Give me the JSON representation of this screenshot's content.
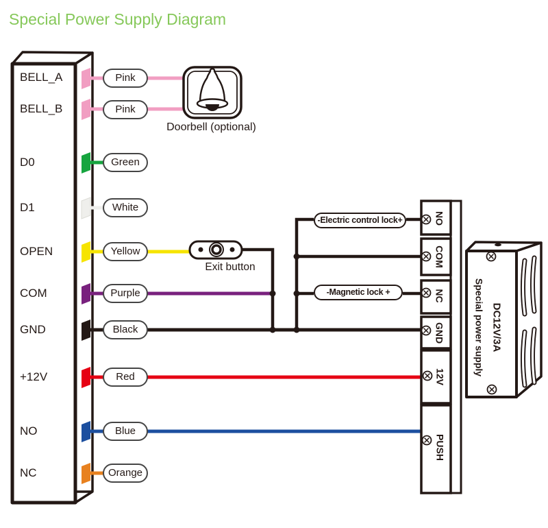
{
  "title": {
    "text": "Special Power Supply Diagram",
    "color": "#86C85A"
  },
  "device": {
    "terminals": [
      {
        "label": "BELL_A",
        "wire": "Pink",
        "color": "#F19EC2"
      },
      {
        "label": "BELL_B",
        "wire": "Pink",
        "color": "#F19EC2"
      },
      {
        "label": "D0",
        "wire": "Green",
        "color": "#16A53F"
      },
      {
        "label": "D1",
        "wire": "White",
        "color": "#EFEFEC"
      },
      {
        "label": "OPEN",
        "wire": "Yellow",
        "color": "#F6E400"
      },
      {
        "label": "COM",
        "wire": "Purple",
        "color": "#79217E"
      },
      {
        "label": "GND",
        "wire": "Black",
        "color": "#231815"
      },
      {
        "label": "+12V",
        "wire": "Red",
        "color": "#E60013"
      },
      {
        "label": "NO",
        "wire": "Blue",
        "color": "#1C4F9F"
      },
      {
        "label": "NC",
        "wire": "Orange",
        "color": "#E8811F"
      }
    ]
  },
  "doorbell": {
    "caption": "Doorbell (optional)"
  },
  "exit_button": {
    "caption": "Exit button"
  },
  "locks": {
    "electric": "-Electric control lock+",
    "magnetic": "-Magnetic lock +"
  },
  "terminal_block": {
    "terminals": [
      {
        "label": "NO"
      },
      {
        "label": "COM"
      },
      {
        "label": "NC"
      },
      {
        "label": "GND"
      },
      {
        "label": "12V"
      },
      {
        "label": "PUSH"
      }
    ]
  },
  "power_supply": {
    "model": "DC12V/3A",
    "name": "Special power supply"
  }
}
